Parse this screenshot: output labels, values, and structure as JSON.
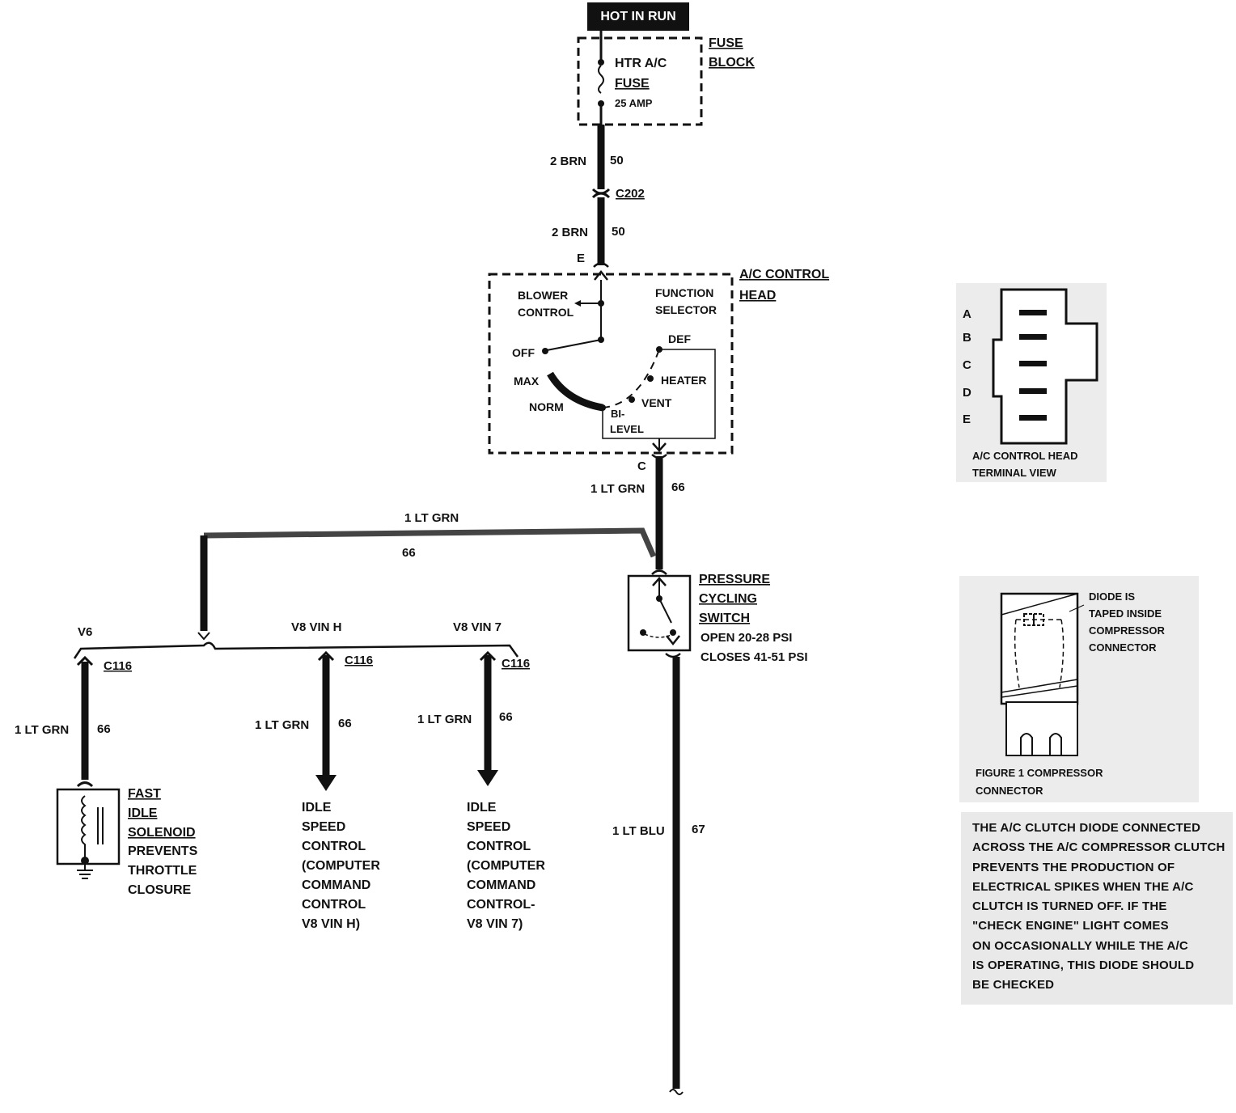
{
  "power": {
    "label": "HOT IN RUN"
  },
  "fuse_block": {
    "name_lines": [
      "FUSE",
      "BLOCK"
    ],
    "fuse_lines": [
      "HTR A/C",
      "FUSE"
    ],
    "rating": "25 AMP"
  },
  "wires": {
    "brn_upper": {
      "gauge": "2 BRN",
      "circuit": "50"
    },
    "brn_lower": {
      "gauge": "2 BRN",
      "circuit": "50"
    },
    "grn_head": {
      "gauge": "1 LT GRN",
      "circuit": "66"
    },
    "grn_branch": {
      "gauge": "1 LT GRN",
      "circuit": "66"
    },
    "grn_v6": {
      "gauge": "1 LT GRN",
      "circuit": "66"
    },
    "grn_v8h": {
      "gauge": "1 LT GRN",
      "circuit": "66"
    },
    "grn_v87": {
      "gauge": "1 LT GRN",
      "circuit": "66"
    },
    "blu": {
      "gauge": "1 LT BLU",
      "circuit": "67"
    }
  },
  "connectors": {
    "c202": "C202",
    "terminal_e": "E",
    "terminal_c": "C",
    "c116_v6": "C116",
    "c116_v8h": "C116",
    "c116_v87": "C116"
  },
  "control_head": {
    "name_lines": [
      "A/C CONTROL",
      "HEAD"
    ],
    "blower_lines": [
      "BLOWER",
      "CONTROL"
    ],
    "function_lines": [
      "FUNCTION",
      "SELECTOR"
    ],
    "positions": {
      "off": "OFF",
      "max": "MAX",
      "norm": "NORM",
      "bi": "BI-",
      "level": "LEVEL",
      "vent": "VENT",
      "heater": "HEATER",
      "def": "DEF"
    }
  },
  "pressure_switch": {
    "name_lines": [
      "PRESSURE",
      "CYCLING",
      "SWITCH"
    ],
    "spec_lines": [
      "OPEN 20-28 PSI",
      "CLOSES 41-51 PSI"
    ]
  },
  "engine_options": {
    "v6": "V6",
    "v8_vin_h": "V8 VIN H",
    "v8_vin_7": "V8 VIN 7"
  },
  "fast_idle": {
    "name_lines": [
      "FAST",
      "IDLE",
      "SOLENOID"
    ],
    "desc_lines": [
      "PREVENTS",
      "THROTTLE",
      "CLOSURE"
    ]
  },
  "isc_h": {
    "lines": [
      "IDLE",
      "SPEED",
      "CONTROL",
      "(COMPUTER",
      "COMMAND",
      "CONTROL",
      "V8 VIN H)"
    ]
  },
  "isc_7": {
    "lines": [
      "IDLE",
      "SPEED",
      "CONTROL",
      "(COMPUTER",
      "COMMAND",
      "CONTROL-",
      "V8 VIN 7)"
    ]
  },
  "terminal_view": {
    "pins": [
      "A",
      "B",
      "C",
      "D",
      "E"
    ],
    "caption_lines": [
      "A/C CONTROL HEAD",
      "TERMINAL VIEW"
    ]
  },
  "compressor_connector": {
    "diode_note_lines": [
      "DIODE IS",
      "TAPED INSIDE",
      "COMPRESSOR",
      "CONNECTOR"
    ],
    "caption_lines": [
      "FIGURE 1 COMPRESSOR",
      "CONNECTOR"
    ]
  },
  "note": {
    "lines": [
      "THE A/C CLUTCH DIODE CONNECTED",
      "ACROSS THE A/C COMPRESSOR CLUTCH",
      "PREVENTS THE PRODUCTION OF",
      "ELECTRICAL SPIKES WHEN THE A/C",
      "CLUTCH IS TURNED OFF. IF THE",
      "\"CHECK ENGINE\" LIGHT COMES",
      "ON OCCASIONALLY WHILE THE A/C",
      "IS OPERATING, THIS DIODE SHOULD",
      "BE CHECKED"
    ]
  }
}
